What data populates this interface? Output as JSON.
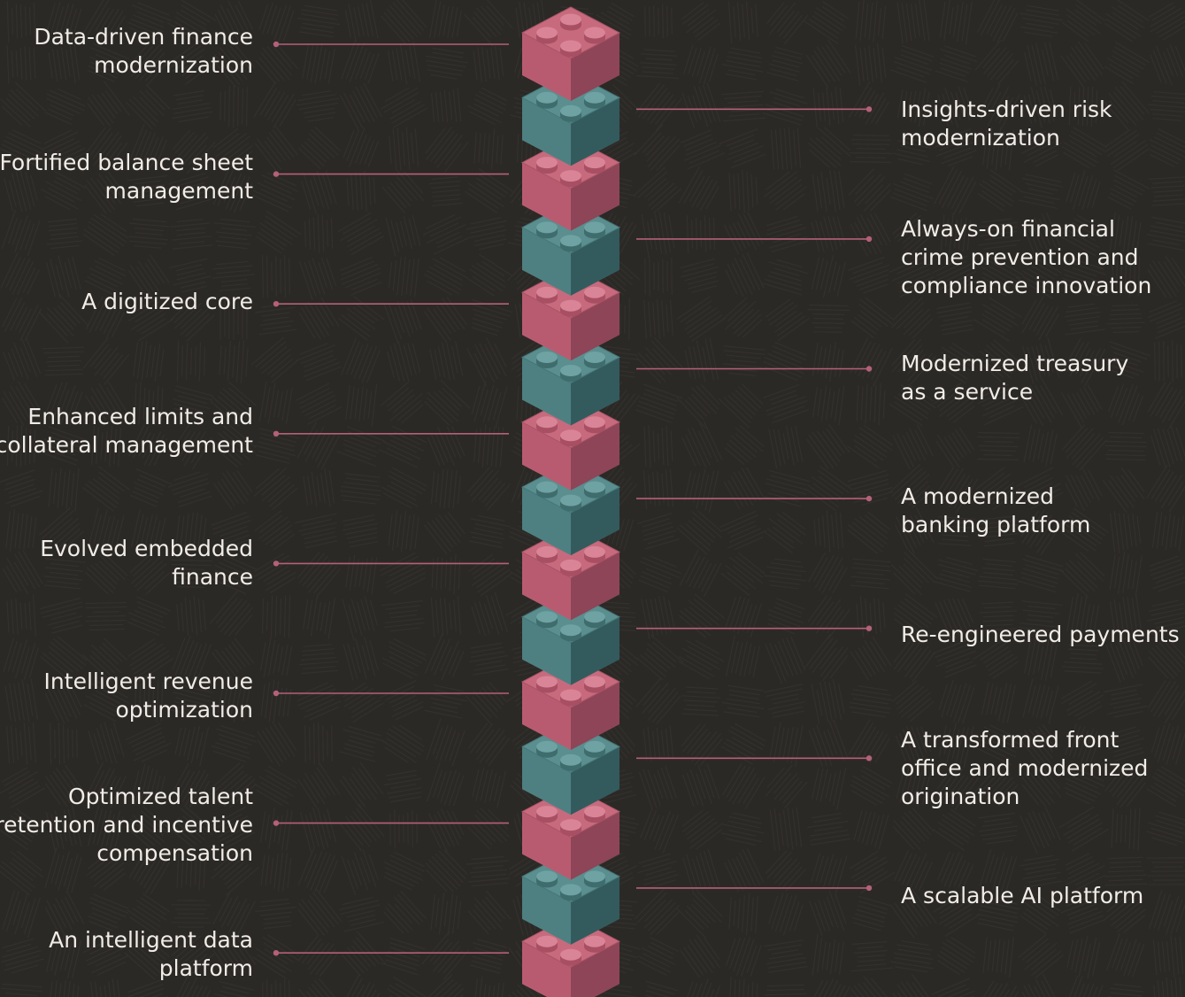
{
  "colors": {
    "background": "#2b2926",
    "pink": "#c25f73",
    "teal": "#4f8384",
    "connector": "#b5607a",
    "text": "#f1ece6"
  },
  "left_labels": [
    {
      "text": "Data-driven finance\nmodernization",
      "block": 0
    },
    {
      "text": "Fortified balance sheet\nmanagement",
      "block": 2
    },
    {
      "text": "A digitized core",
      "block": 4
    },
    {
      "text": "Enhanced limits and\ncollateral management",
      "block": 6
    },
    {
      "text": "Evolved embedded\nfinance",
      "block": 8
    },
    {
      "text": "Intelligent revenue\noptimization",
      "block": 10
    },
    {
      "text": "Optimized talent\nretention and incentive\ncompensation",
      "block": 12
    },
    {
      "text": "An intelligent data\nplatform",
      "block": 14
    }
  ],
  "right_labels": [
    {
      "text": "Insights-driven risk\nmodernization",
      "block": 1
    },
    {
      "text": "Always-on financial\ncrime prevention and\ncompliance innovation",
      "block": 3
    },
    {
      "text": "Modernized treasury\nas a service",
      "block": 5
    },
    {
      "text": "A modernized\nbanking platform",
      "block": 7
    },
    {
      "text": "Re-engineered payments",
      "block": 9
    },
    {
      "text": "A transformed front\noffice and modernized\norigination",
      "block": 11
    },
    {
      "text": "A scalable AI platform",
      "block": 13
    }
  ],
  "block_sequence": [
    "pink",
    "teal",
    "pink",
    "teal",
    "pink",
    "teal",
    "pink",
    "teal",
    "pink",
    "teal",
    "pink",
    "teal",
    "pink",
    "teal",
    "pink"
  ]
}
